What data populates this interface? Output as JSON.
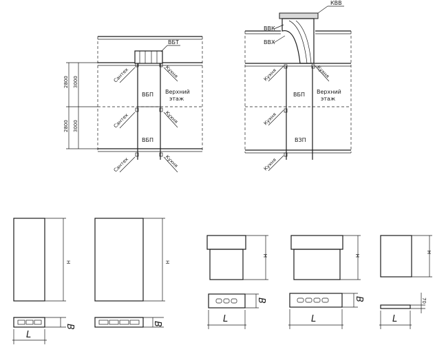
{
  "left_drawing": {
    "labels": {
      "vbt": "ВБТ",
      "vbp_top": "ВБП",
      "vbp_bottom": "ВБП",
      "upper_floor_1": "Верхний",
      "upper_floor_2": "этаж",
      "dim_top_a": "2800",
      "dim_top_b": "3000",
      "dim_bottom_a": "2800",
      "dim_bottom_b": "3000",
      "side_a": "Сантех",
      "side_b": "Кухня",
      "side_c": "Сантех",
      "side_d": "Кухня",
      "side_e": "Сантех",
      "side_f": "Кухня"
    }
  },
  "right_drawing": {
    "labels": {
      "kvv": "КВВ",
      "vvk": "ВВК",
      "vvkh": "ВВХ",
      "vbp": "ВБП",
      "vzp": "ВЗП",
      "upper_floor_1": "Верхний",
      "upper_floor_2": "этаж",
      "side_a": "Кухня",
      "side_b": "Кухня",
      "side_c": "Кухня",
      "side_d": "Кухня"
    }
  },
  "blocks": {
    "h_label": "H",
    "b_label": "B",
    "l_label": "L",
    "seventy_label": "70"
  }
}
